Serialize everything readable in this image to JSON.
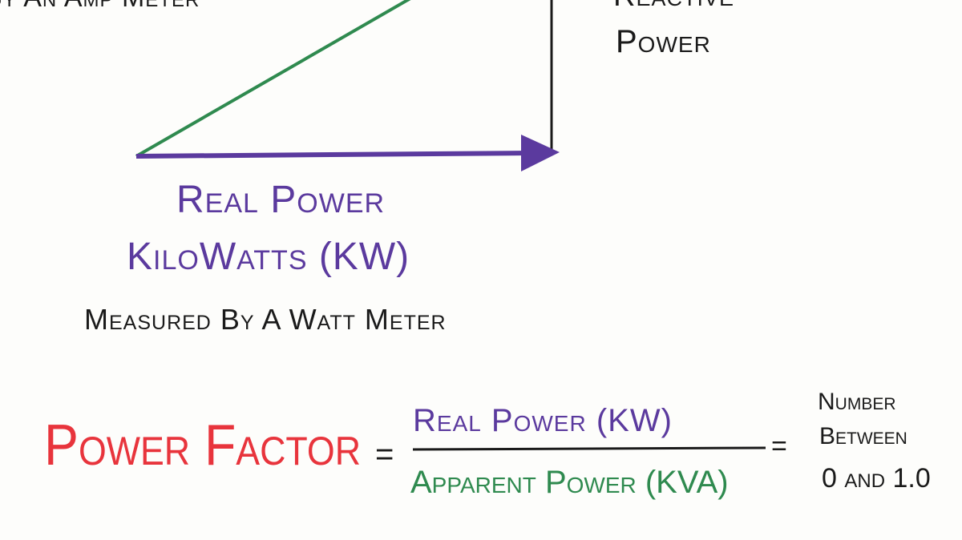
{
  "labels": {
    "apparent_measured": "By An Amp Meter",
    "reactive_line1": "Reactive",
    "reactive_line2": "Power",
    "real_power": "Real Power",
    "kilowatts": "KiloWatts (KW)",
    "watt_meter": "Measured By A Watt Meter"
  },
  "formula": {
    "lhs": "Power Factor",
    "equals": "=",
    "numerator": "Real Power (KW)",
    "denominator": "Apparent Power (KVA)",
    "equals2": "=",
    "result_line1": "Number",
    "result_line2": "Between",
    "result_line3": "0 and 1.0"
  },
  "colors": {
    "red": "#e8343c",
    "purple": "#5b3a9e",
    "green": "#2f8a4f",
    "black": "#1a1a1a"
  }
}
